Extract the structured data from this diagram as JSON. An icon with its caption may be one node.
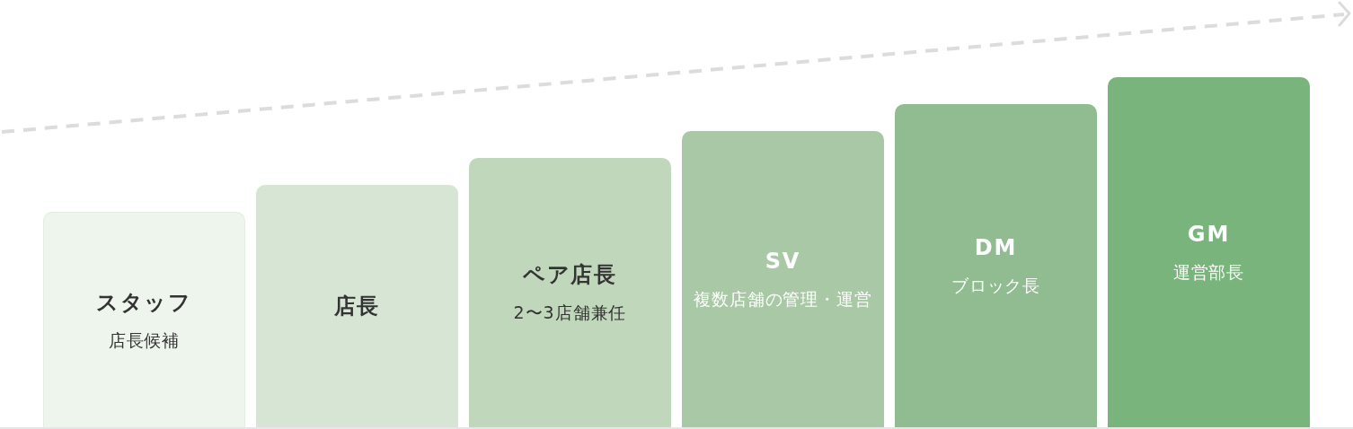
{
  "diagram": {
    "nodes": [
      {
        "text": [
          "スタッフ",
          "店長候補"
        ]
      },
      {
        "text": [
          "店長"
        ]
      },
      {
        "text": [
          "ペア店長",
          "2〜3店舗兼任"
        ]
      },
      {
        "text": [
          "SV",
          "複数店舗の管理・運営"
        ]
      },
      {
        "text": [
          "DM",
          "ブロック長"
        ]
      },
      {
        "text": [
          "GM",
          "運営部長"
        ]
      }
    ]
  }
}
